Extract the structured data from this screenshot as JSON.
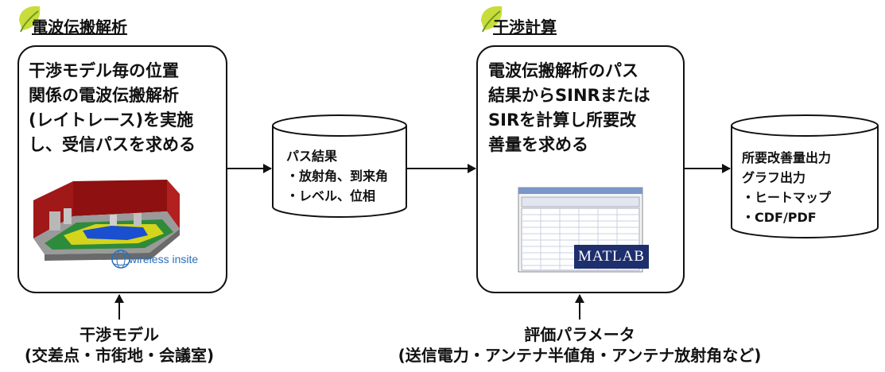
{
  "sections": {
    "left_header": "電波伝搬解析",
    "right_header": "干渉計算"
  },
  "box1": {
    "lines": "干渉モデル毎の位置\n関係の電波伝搬解析\n(レイトレース)を実施\nし、受信パスを求める",
    "logo_text": "wireless insite"
  },
  "cyl1": {
    "lines": "パス結果\n・放射角、到来角\n・レベル、位相"
  },
  "box2": {
    "lines": "電波伝搬解析のパス\n結果からSINRまたは\nSIRを計算し所要改\n善量を求める",
    "logo_text": "MATLAB"
  },
  "cyl2": {
    "lines": "所要改善量出力\nグラフ出力\n・ヒートマップ\n・CDF/PDF"
  },
  "input1": {
    "line1": "干渉モデル",
    "line2": "(交差点・市街地・会議室)"
  },
  "input2": {
    "line1": "評価パラメータ",
    "line2": "(送信電力・アンテナ半値角・アンテナ放射角など)"
  },
  "colors": {
    "leaf_light": "#c8dc3c",
    "leaf_dark": "#6e9a1c",
    "matlab_navy": "#1e2f6e"
  }
}
